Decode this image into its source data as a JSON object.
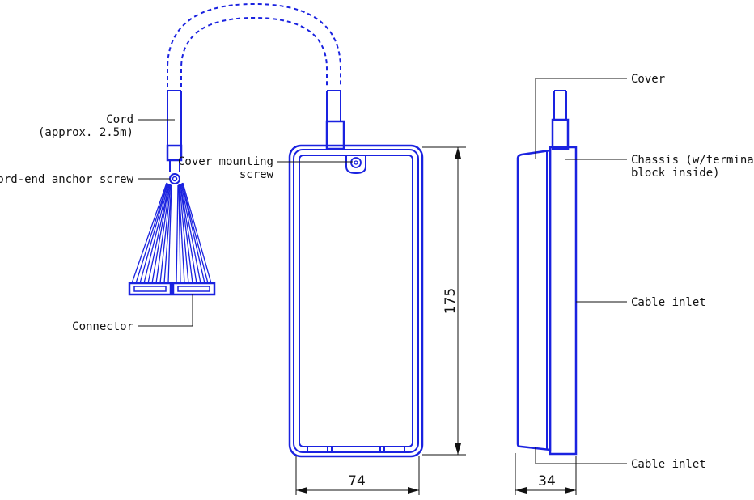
{
  "labels": {
    "cord": "Cord",
    "cord_length": "(approx. 2.5m)",
    "cord_anchor": "Cord-end anchor screw",
    "connector": "Connector",
    "cover_mounting_1": "Cover mounting",
    "cover_mounting_2": "screw",
    "cover": "Cover",
    "chassis_1": "Chassis (w/terminal",
    "chassis_2": "block inside)",
    "cable_inlet_side": "Cable inlet",
    "cable_inlet_bottom": "Cable inlet"
  },
  "dimensions": {
    "height": "175",
    "width": "74",
    "depth": "34"
  },
  "colors": {
    "outline": "#1a22e0",
    "text": "#111111"
  }
}
